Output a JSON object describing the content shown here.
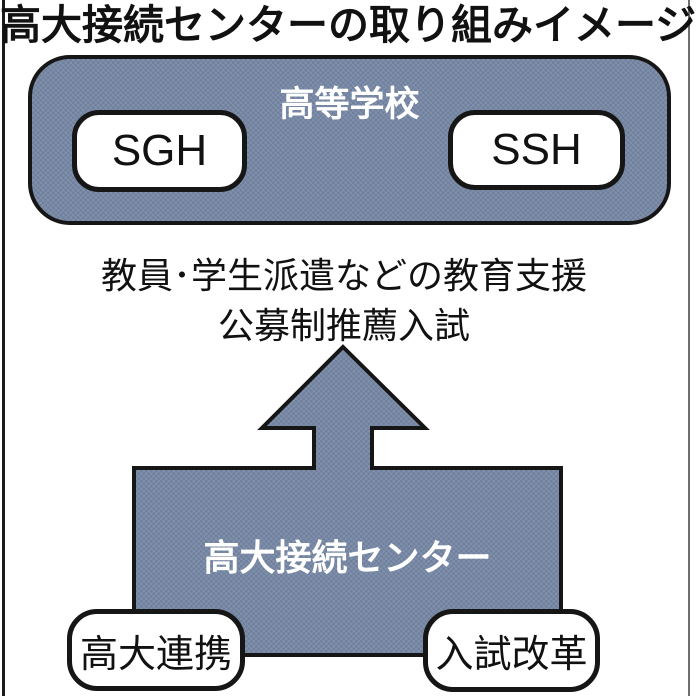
{
  "title": "高大接続センターの取り組みイメージ",
  "high_school": {
    "label": "高等学校",
    "programs": [
      {
        "label": "SGH"
      },
      {
        "label": "SSH"
      }
    ]
  },
  "support": {
    "line1": "教員･学生派遣などの教育支援",
    "line2": "公募制推薦入試"
  },
  "arrow": {
    "icon": "up-arrow-icon",
    "direction": "up"
  },
  "center": {
    "label": "高大接続センター",
    "sub_items": [
      {
        "label": "高大連携"
      },
      {
        "label": "入試改革"
      }
    ]
  },
  "colors": {
    "panel_fill": "#8090AB",
    "panel_fill_dark": "#70819D",
    "outline": "#161616",
    "text_light": "#ffffff",
    "text_dark": "#111111",
    "frame_left": "#1a1a1a",
    "frame_right": "#6e6e6e",
    "bg": "#ffffff"
  }
}
